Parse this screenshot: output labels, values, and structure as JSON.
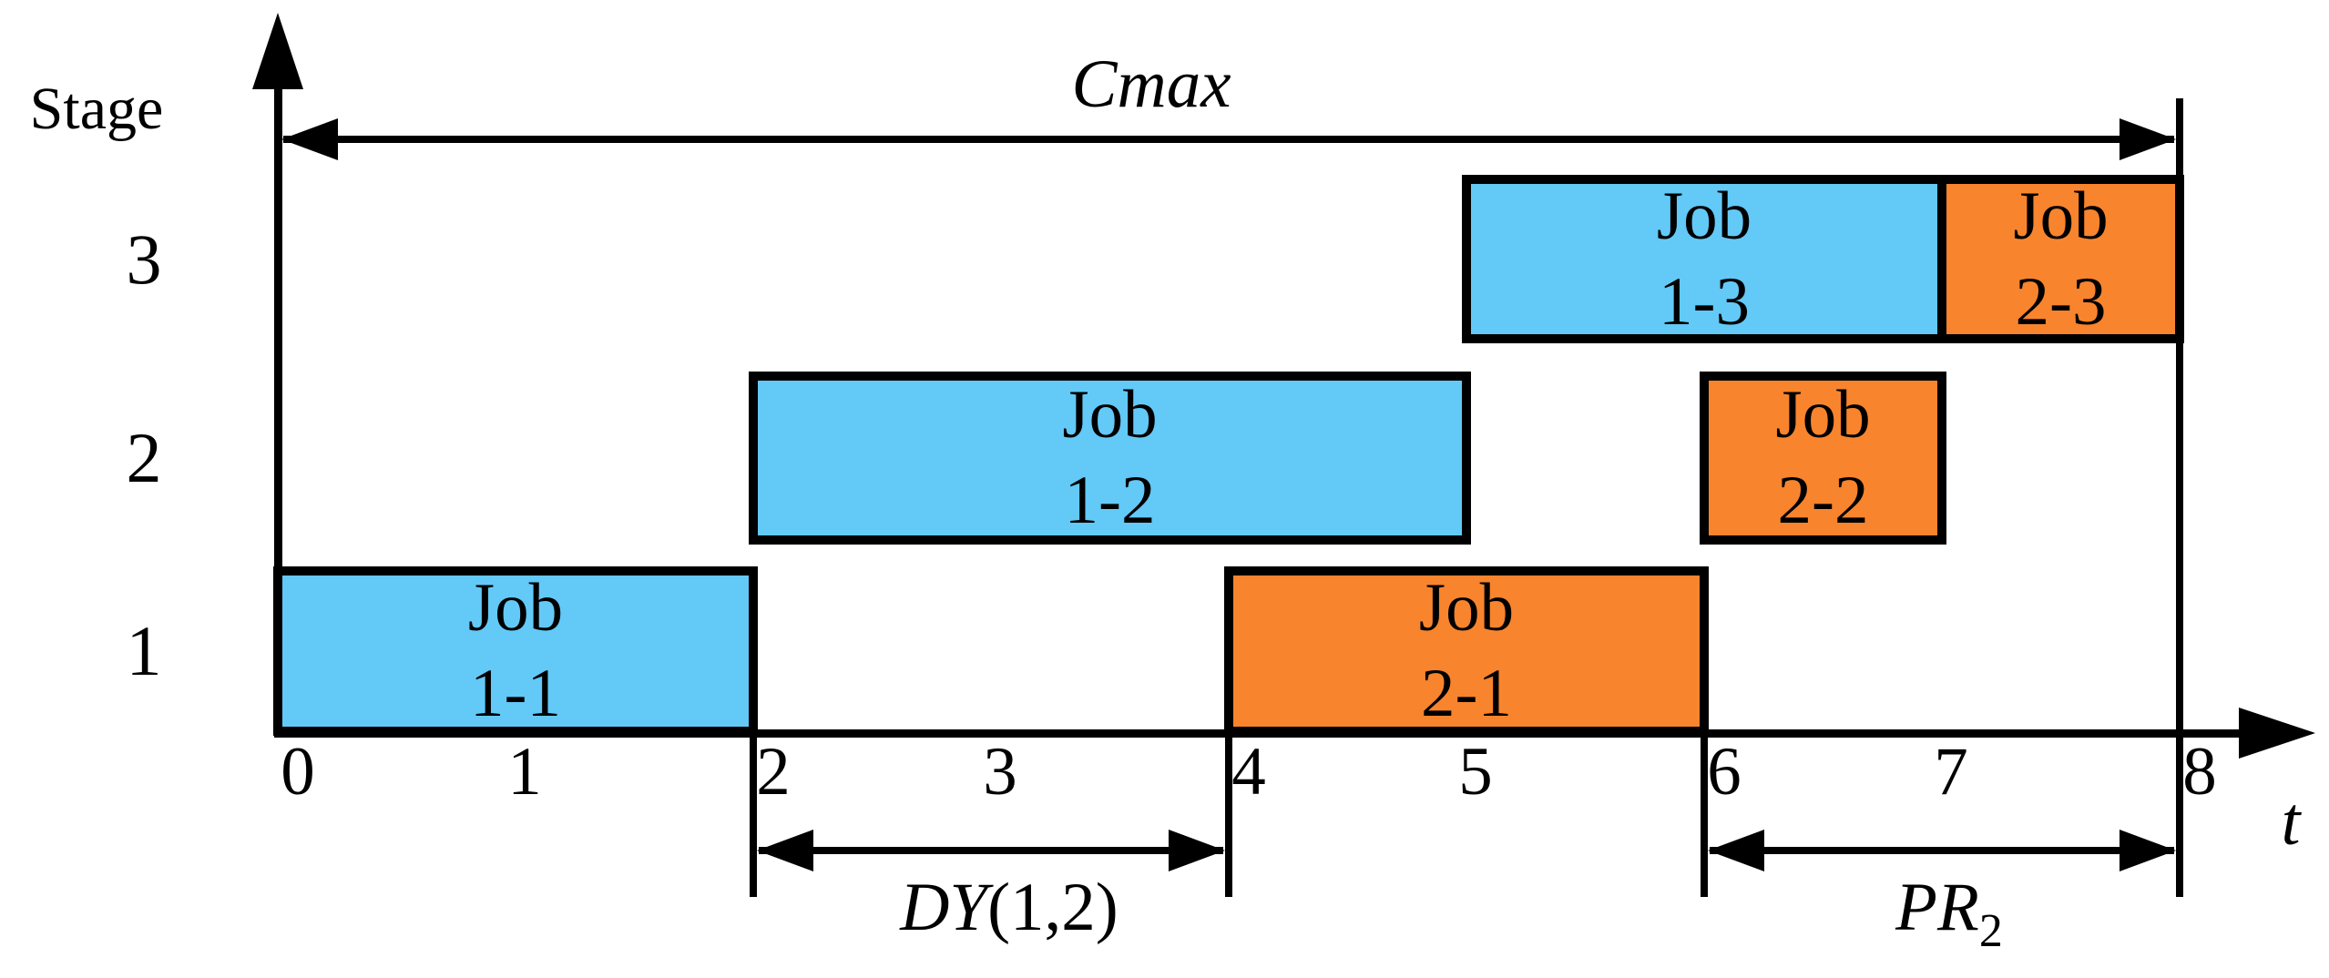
{
  "chart_data": {
    "type": "gantt",
    "title": "",
    "xlabel": "t",
    "ylabel": "Stage",
    "xlim": [
      0,
      8
    ],
    "x_ticks": [
      0,
      1,
      2,
      3,
      4,
      5,
      6,
      7,
      8
    ],
    "stages": [
      3,
      2,
      1
    ],
    "bar_word": "Job",
    "jobs": [
      {
        "id": "1-1",
        "job": 1,
        "stage": 1,
        "start": 0,
        "end": 2,
        "color": "#63C9F7"
      },
      {
        "id": "2-1",
        "job": 2,
        "stage": 1,
        "start": 4,
        "end": 6,
        "color": "#F8842D"
      },
      {
        "id": "1-2",
        "job": 1,
        "stage": 2,
        "start": 2,
        "end": 5,
        "color": "#63C9F7"
      },
      {
        "id": "2-2",
        "job": 2,
        "stage": 2,
        "start": 6,
        "end": 7,
        "color": "#F8842D"
      },
      {
        "id": "1-3",
        "job": 1,
        "stage": 3,
        "start": 5,
        "end": 7,
        "color": "#63C9F7"
      },
      {
        "id": "2-3",
        "job": 2,
        "stage": 3,
        "start": 7,
        "end": 8,
        "color": "#F8842D"
      }
    ],
    "annotations": [
      {
        "name": "cmax",
        "text_italic": "Cmax",
        "text_normal": "",
        "text_sub": "",
        "from": 0,
        "to": 8,
        "row": "top"
      },
      {
        "name": "dy",
        "text_italic": "DY",
        "text_normal": "(1,2)",
        "text_sub": "",
        "from": 2,
        "to": 4,
        "row": "bottom"
      },
      {
        "name": "pr",
        "text_italic": "PR",
        "text_normal": "",
        "text_sub": "2",
        "from": 6,
        "to": 8,
        "row": "bottom"
      }
    ],
    "reference_lines": [
      {
        "t": 2,
        "full_height": false
      },
      {
        "t": 4,
        "full_height": false
      },
      {
        "t": 6,
        "full_height": false
      },
      {
        "t": 8,
        "full_height": true
      }
    ],
    "colors": {
      "job1_fill": "#63C9F7",
      "job2_fill": "#F8842D",
      "line": "#000000",
      "background": "#FFFFFF"
    },
    "legend": null,
    "grid": false
  }
}
